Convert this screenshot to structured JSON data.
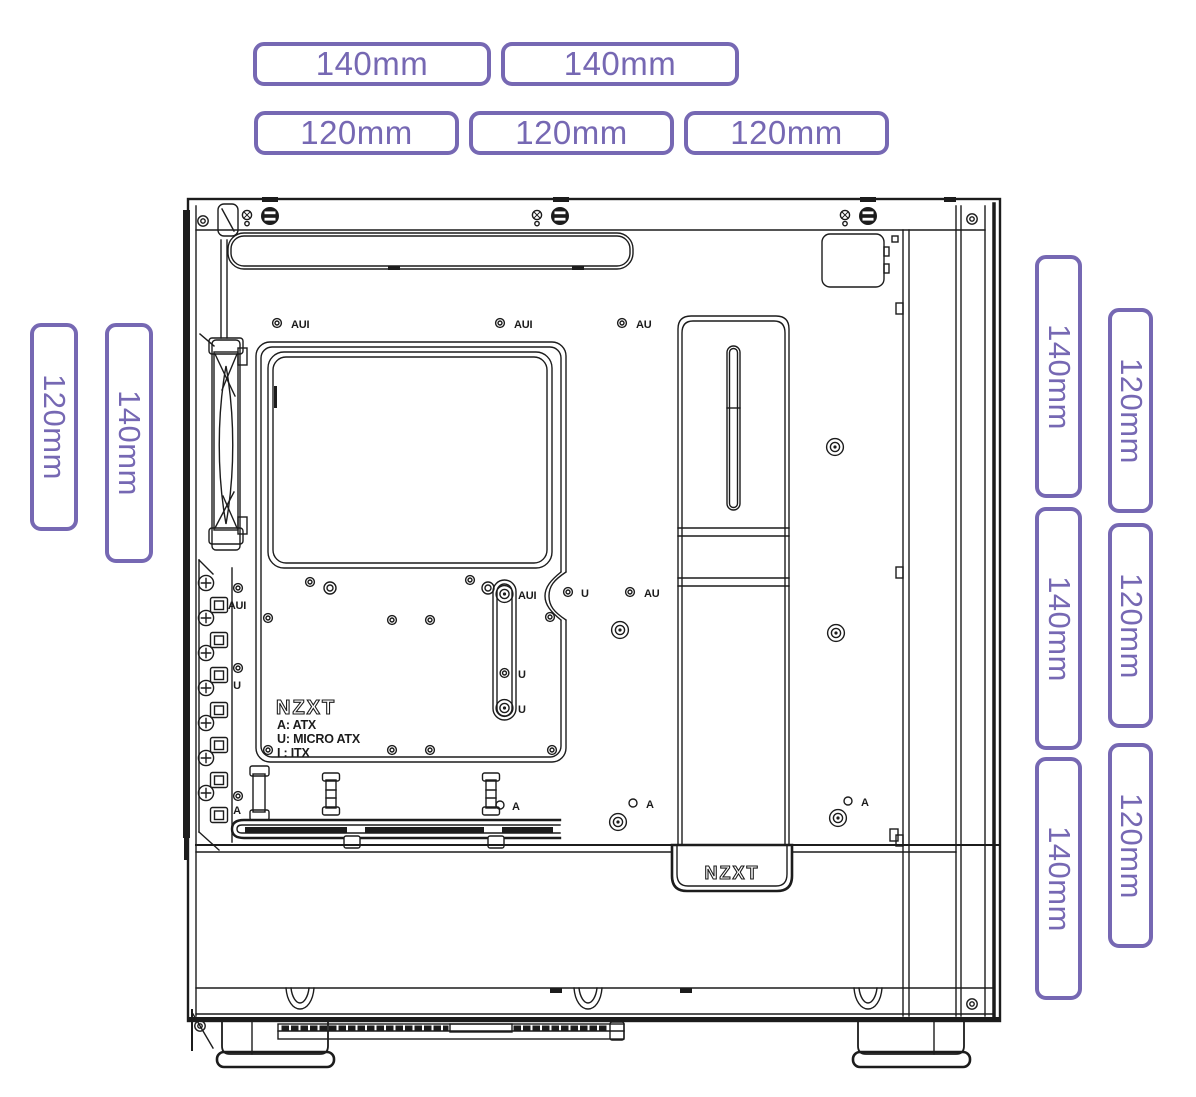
{
  "theme": {
    "accent": "#7668B3",
    "ink": "#1C1C1C",
    "background": "#FFFFFF"
  },
  "fan_labels": {
    "top_140": [
      "140mm",
      "140mm"
    ],
    "top_120": [
      "120mm",
      "120mm",
      "120mm"
    ],
    "left": [
      "120mm",
      "140mm"
    ],
    "right_140": [
      "140mm",
      "140mm",
      "140mm"
    ],
    "right_120": [
      "120mm",
      "120mm",
      "120mm"
    ]
  },
  "case": {
    "standoffs": {
      "top": [
        "AUI",
        "AUI",
        "AU"
      ],
      "left": [
        "AUI",
        "U",
        "A"
      ],
      "slot": [
        "AUI",
        "U",
        "U"
      ],
      "mid": [
        "U",
        "AU"
      ],
      "bottom": [
        "A",
        "A",
        "A"
      ]
    },
    "legend": [
      "A: ATX",
      "U: MICRO ATX",
      "I : ITX"
    ],
    "tray_logo": "NZXT",
    "bar_logo": "NZXT"
  }
}
